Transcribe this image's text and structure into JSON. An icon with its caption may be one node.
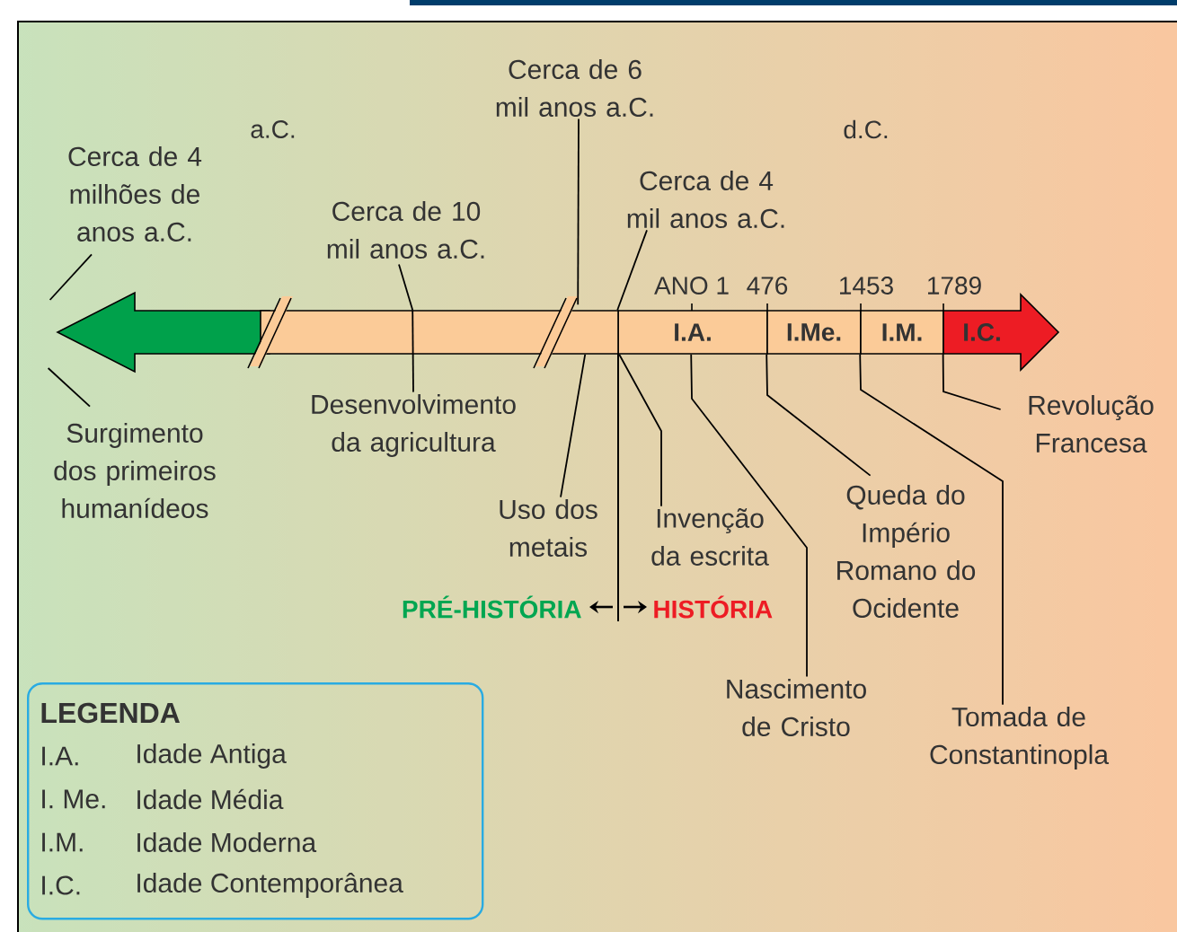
{
  "diagram": {
    "nodes": [
      {
        "text": [
          "Cerca de 4 milhões de anos a.C."
        ]
      },
      {
        "text": [
          "Surgimento dos primeiros humanídeos"
        ]
      },
      {
        "text": [
          "Cerca de 10 mil anos a.C."
        ]
      },
      {
        "text": [
          "Desenvolvimento da agricultura"
        ]
      },
      {
        "text": [
          "Cerca de 6 mil anos a.C."
        ]
      },
      {
        "text": [
          "Uso dos metais"
        ]
      },
      {
        "text": [
          "Cerca de 4 mil anos a.C."
        ]
      },
      {
        "text": [
          "Invenção da escrita"
        ]
      },
      {
        "text": [
          "Nascimento de Cristo"
        ]
      },
      {
        "text": [
          "Queda do Império Romano do Ocidente"
        ]
      },
      {
        "text": [
          "Tomada de Constantinopla"
        ]
      },
      {
        "text": [
          "Revolução Francesa"
        ]
      },
      {
        "text": [
          "I.A."
        ]
      },
      {
        "text": [
          "I.Me."
        ]
      },
      {
        "text": [
          "I.M."
        ]
      },
      {
        "text": [
          "I.C."
        ]
      },
      {
        "text": [
          "LEGENDA",
          "I.A.",
          "Idade Antiga",
          "I. Me.",
          "Idade Média",
          "I.M.",
          "Idade Moderna",
          "I.C.",
          "Idade Contemporânea"
        ]
      },
      {
        "text": [],
        "shape": "arrow"
      },
      {
        "text": [],
        "shape": "bar"
      }
    ],
    "edges": [
      {
        "from": 0,
        "to": 17,
        "arrow": "none"
      },
      {
        "from": 1,
        "to": 17,
        "arrow": "none"
      },
      {
        "from": 2,
        "to": 18,
        "arrow": "none"
      },
      {
        "from": 3,
        "to": 18,
        "arrow": "none"
      },
      {
        "from": 4,
        "to": 18,
        "arrow": "none"
      },
      {
        "from": 5,
        "to": 18,
        "arrow": "none"
      },
      {
        "from": 6,
        "to": 12,
        "arrow": "none"
      },
      {
        "from": 7,
        "to": 12,
        "arrow": "none"
      },
      {
        "from": 8,
        "to": 12,
        "arrow": "none"
      },
      {
        "from": 9,
        "to": 13,
        "arrow": "none"
      },
      {
        "from": 10,
        "to": 14,
        "arrow": "none"
      },
      {
        "from": 11,
        "to": 15,
        "arrow": "none"
      }
    ],
    "labels": [
      "a.C.",
      "d.C.",
      "ANO 1",
      "476",
      "1453",
      "1789",
      "PRÉ-HISTÓRIA",
      "HISTÓRIA"
    ]
  }
}
